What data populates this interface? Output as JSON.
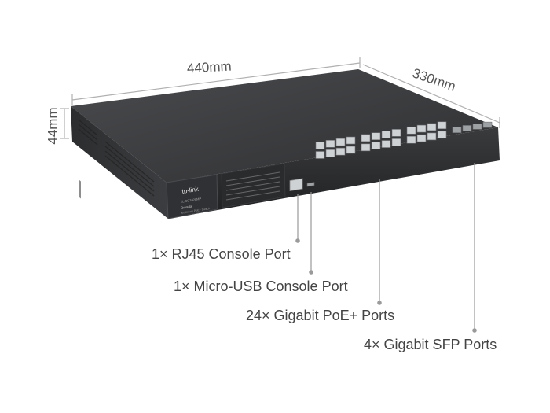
{
  "dimensions": {
    "width": "440mm",
    "depth": "330mm",
    "height": "44mm"
  },
  "device": {
    "brand_logo": "tp-link",
    "model_text": "TL-SG3428MP",
    "series_text": "Omada",
    "subtitle_text": "JetStream PoE+ Switch",
    "colors": {
      "chassis_top": "#3a3b3d",
      "chassis_front": "#2a2b2d",
      "port_fill": "#cfd2d4",
      "accent_line": "#9a9a9a"
    }
  },
  "callouts": [
    {
      "label": "1× RJ45 Console Port"
    },
    {
      "label": "1× Micro-USB Console Port"
    },
    {
      "label": "24× Gigabit PoE+ Ports"
    },
    {
      "label": "4× Gigabit SFP Ports"
    }
  ]
}
